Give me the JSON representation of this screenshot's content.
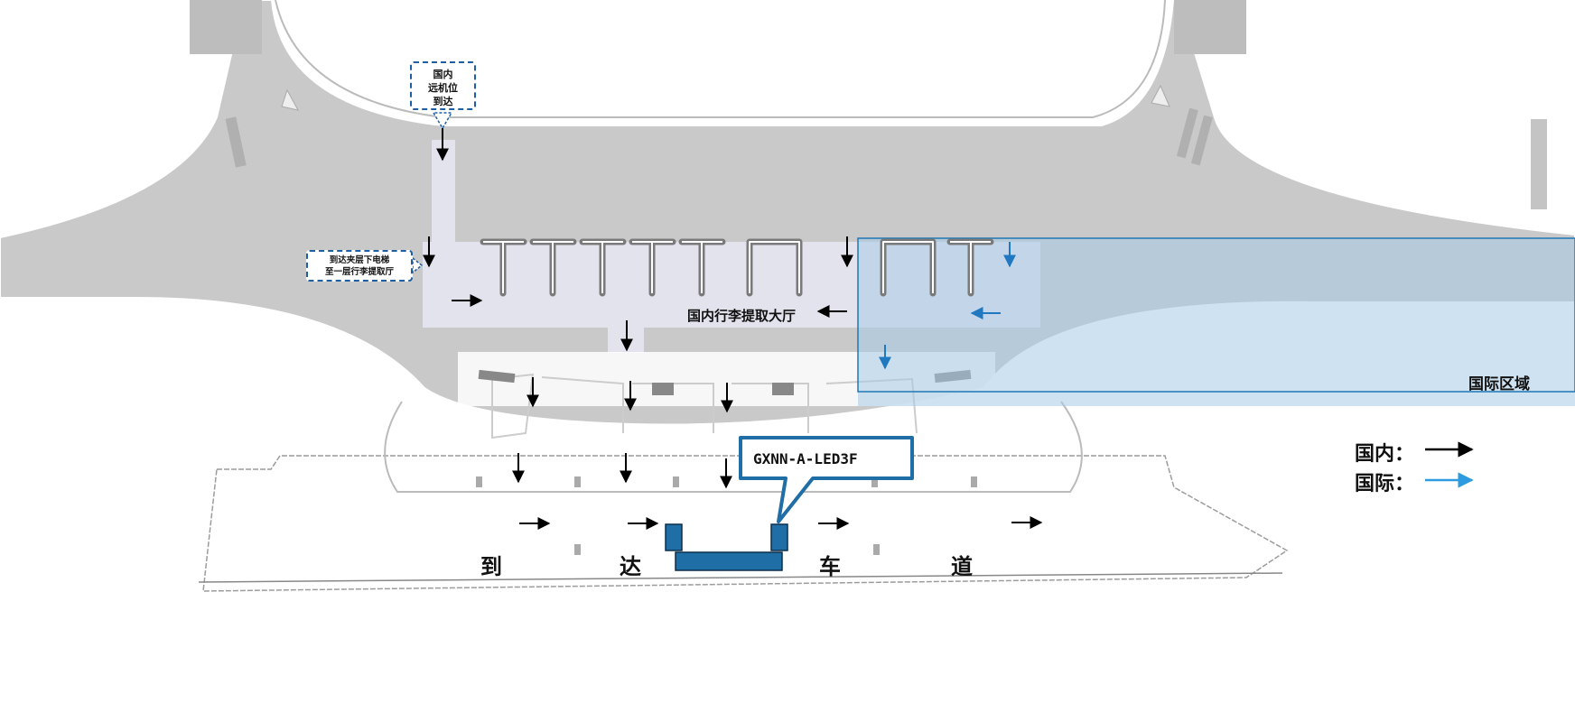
{
  "callouts": {
    "remote_arrival": "国内\n远机位\n到达",
    "escalator_transfer": "到达夹层下电梯\n至一层行李提取厅"
  },
  "halls": {
    "domestic_baggage_hall": "国内行李提取大厅",
    "international_area": "国际区域"
  },
  "device": {
    "screen_label": "GXNN-A-LED3F"
  },
  "arrival_road": {
    "chars": [
      "到",
      "达",
      "车",
      "道"
    ]
  },
  "legend": {
    "domestic": {
      "label": "国内：",
      "color": "#000000"
    },
    "international": {
      "label": "国际：",
      "color": "#2e9be0"
    }
  },
  "colors": {
    "building_gray": "#c9c9c9",
    "corridor": "#e3e3ee",
    "international_fill": "#a8cbe6",
    "international_border": "#1f78b4",
    "led_box": "#1f6ea6",
    "callout_border": "#1e5fa3",
    "domestic_arrow": "#000000",
    "international_arrow": "#1f78c0"
  },
  "icons": {
    "remote_arrival_callout": "dashed-box",
    "carousel": "baggage-carousel-icon",
    "led_screen": "led-screen-icon",
    "domestic_flow": "black-arrow-icon",
    "international_flow": "blue-arrow-icon"
  }
}
